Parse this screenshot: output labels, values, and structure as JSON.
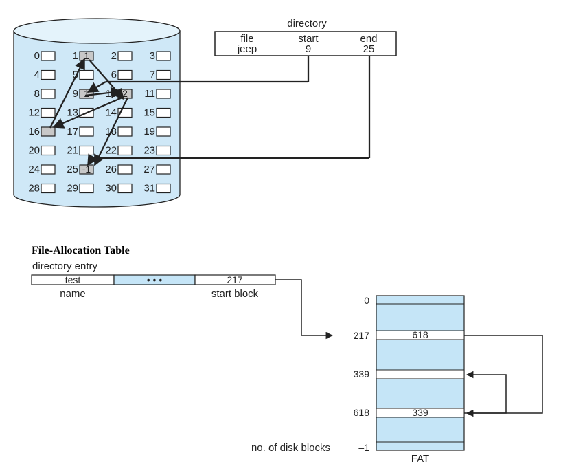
{
  "colors": {
    "cylinder_fill": "#cfe8f7",
    "cylinder_top": "#e4f3fb",
    "used_block": "#c8c8c8",
    "fat_fill": "#c5e5f7",
    "line": "#222222"
  },
  "linked": {
    "directory_title": "directory",
    "headers": [
      "file",
      "start",
      "end"
    ],
    "row": [
      "jeep",
      "9",
      "25"
    ],
    "blocks": [
      {
        "n": "0",
        "v": ""
      },
      {
        "n": "1",
        "v": "1"
      },
      {
        "n": "2",
        "v": ""
      },
      {
        "n": "3",
        "v": ""
      },
      {
        "n": "4",
        "v": ""
      },
      {
        "n": "5",
        "v": ""
      },
      {
        "n": "6",
        "v": ""
      },
      {
        "n": "7",
        "v": ""
      },
      {
        "n": "8",
        "v": ""
      },
      {
        "n": "9",
        "v": "1"
      },
      {
        "n": "10",
        "v": "2"
      },
      {
        "n": "11",
        "v": ""
      },
      {
        "n": "12",
        "v": ""
      },
      {
        "n": "13",
        "v": ""
      },
      {
        "n": "14",
        "v": ""
      },
      {
        "n": "15",
        "v": ""
      },
      {
        "n": "16",
        "v": ""
      },
      {
        "n": "17",
        "v": ""
      },
      {
        "n": "18",
        "v": ""
      },
      {
        "n": "19",
        "v": ""
      },
      {
        "n": "20",
        "v": ""
      },
      {
        "n": "21",
        "v": ""
      },
      {
        "n": "22",
        "v": ""
      },
      {
        "n": "23",
        "v": ""
      },
      {
        "n": "24",
        "v": ""
      },
      {
        "n": "25",
        "v": "-1"
      },
      {
        "n": "26",
        "v": ""
      },
      {
        "n": "27",
        "v": ""
      },
      {
        "n": "28",
        "v": ""
      },
      {
        "n": "29",
        "v": ""
      },
      {
        "n": "30",
        "v": ""
      },
      {
        "n": "31",
        "v": ""
      }
    ],
    "shaded_blocks": [
      "1",
      "9",
      "10",
      "16",
      "25"
    ]
  },
  "fat": {
    "title": "File-Allocation Table",
    "dir_entry_label": "directory entry",
    "entry": {
      "name": "test",
      "ellipsis": "• • •",
      "start": "217"
    },
    "entry_labels": {
      "name": "name",
      "start": "start block"
    },
    "row_labels": {
      "r0": "0",
      "r217": "217",
      "r339": "339",
      "r618": "618",
      "last": "–1"
    },
    "cells": {
      "c217": "618",
      "c618": "339"
    },
    "count_label": "no. of disk blocks",
    "fat_label": "FAT"
  }
}
